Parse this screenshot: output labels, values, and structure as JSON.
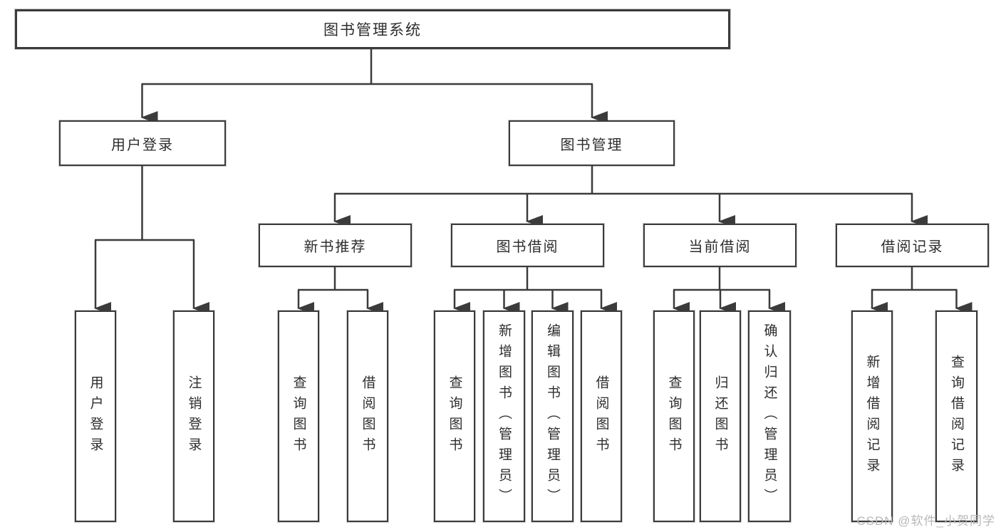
{
  "watermark": "CSDN @软件_小贺同学",
  "colors": {
    "line": "#3b3b3b",
    "box_border": "#3b3b3b",
    "box_fill": "#ffffff",
    "text": "#2d2d2d",
    "watermark": "#b8b8b8"
  },
  "nodes": {
    "root": {
      "label": "图书管理系统"
    },
    "user_login": {
      "label": "用户登录"
    },
    "book_mgmt": {
      "label": "图书管理"
    },
    "new_book_rec": {
      "label": "新书推荐"
    },
    "book_borrow": {
      "label": "图书借阅"
    },
    "current_borrow": {
      "label": "当前借阅"
    },
    "borrow_record": {
      "label": "借阅记录"
    },
    "leaf_user_login": {
      "label": "用户登录"
    },
    "leaf_logout": {
      "label": "注销登录"
    },
    "leaf_query_book_1": {
      "label": "查询图书"
    },
    "leaf_borrow_book_1": {
      "label": "借阅图书"
    },
    "leaf_query_book_2": {
      "label": "查询图书"
    },
    "leaf_add_book": {
      "label": "新增图书（管理员）"
    },
    "leaf_edit_book": {
      "label": "编辑图书（管理员）"
    },
    "leaf_borrow_book_2": {
      "label": "借阅图书"
    },
    "leaf_query_book_3": {
      "label": "查询图书"
    },
    "leaf_return_book": {
      "label": "归还图书"
    },
    "leaf_confirm_return": {
      "label": "确认归还（管理员）"
    },
    "leaf_add_record": {
      "label": "新增借阅记录"
    },
    "leaf_query_record": {
      "label": "查询借阅记录"
    }
  }
}
